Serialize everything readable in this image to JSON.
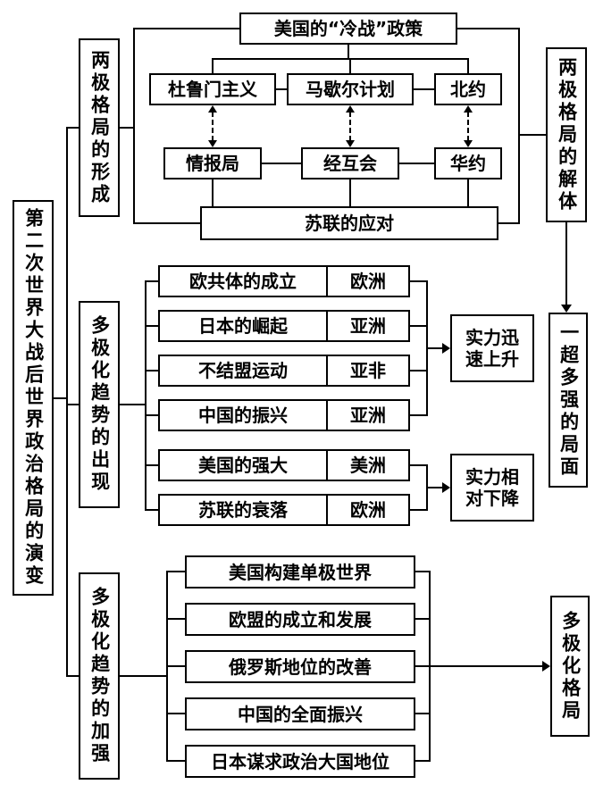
{
  "diagram": {
    "root": "第二次世界大战后世界政治格局的演变",
    "branches": {
      "formation": "两极格局的形成",
      "emergence": "多极化趋势的出现",
      "strengthening": "多极化趋势的加强"
    },
    "top": {
      "coldwar": "美国的“冷战”政策",
      "truman": "杜鲁门主义",
      "marshall": "马歇尔计划",
      "nato": "北约",
      "cominform": "情报局",
      "comecon": "经互会",
      "warsaw": "华约",
      "soviet_response": "苏联的应对",
      "bipolar_end": "两极格局的解体"
    },
    "middle": {
      "rows": [
        {
          "label": "欧共体的成立",
          "region": "欧洲"
        },
        {
          "label": "日本的崛起",
          "region": "亚洲"
        },
        {
          "label": "不结盟运动",
          "region": "亚非"
        },
        {
          "label": "中国的振兴",
          "region": "亚洲"
        },
        {
          "label": "美国的强大",
          "region": "美洲"
        },
        {
          "label": "苏联的衰落",
          "region": "欧洲"
        }
      ],
      "rise": "实力迅速上升",
      "decline": "实力相对下降",
      "one_super": "一超多强的局面"
    },
    "bottom": {
      "rows": [
        "美国构建单极世界",
        "欧盟的成立和发展",
        "俄罗斯地位的改善",
        "中国的全面振兴",
        "日本谋求政治大国地位"
      ],
      "multipolar": "多极化格局"
    },
    "colors": {
      "line": "#000000",
      "background": "#ffffff"
    }
  }
}
